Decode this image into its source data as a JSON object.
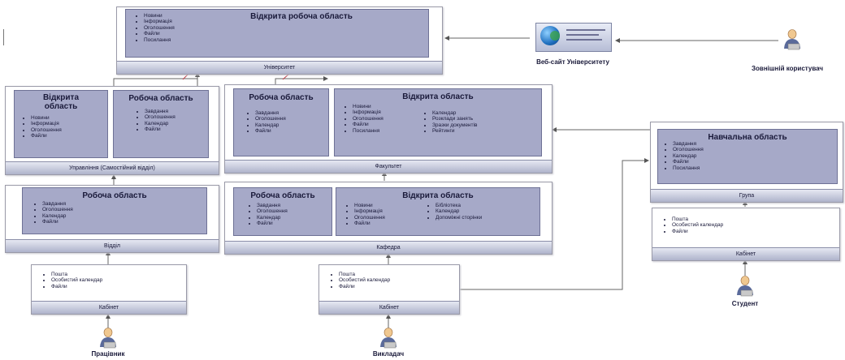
{
  "university": {
    "open_title": "Відкрита робоча область",
    "items": [
      "Новини",
      "Інформація",
      "Оголошення",
      "Файли",
      "Посилання"
    ],
    "bar": "Університет"
  },
  "website": {
    "label": "Веб-сайт Університету"
  },
  "external_user": {
    "label": "Зовнішній користувач"
  },
  "administration": {
    "open_title": "Відкрита область",
    "open_items": [
      "Новини",
      "Інформація",
      "Оголошення",
      "Файли"
    ],
    "work_title": "Робоча область",
    "work_items": [
      "Завдання",
      "Оголошення",
      "Календар",
      "Файли"
    ],
    "bar": "Управління (Самостійний відділ)"
  },
  "faculty": {
    "work_title": "Робоча область",
    "work_items": [
      "Завдання",
      "Оголошення",
      "Календар",
      "Файли"
    ],
    "open_title": "Відкрита область",
    "open_items_col1": [
      "Новини",
      "Інформація",
      "Оголошення",
      "Файли",
      "Посилання"
    ],
    "open_items_col2": [
      "Календар",
      "Розклади занять",
      "Зразки документів",
      "Рейтинги"
    ],
    "bar": "Факультет"
  },
  "department": {
    "work_title": "Робоча область",
    "work_items": [
      "Завдання",
      "Оголошення",
      "Календар",
      "Файли"
    ],
    "bar": "Відділ"
  },
  "chair": {
    "work_title": "Робоча область",
    "work_items": [
      "Завдання",
      "Оголошення",
      "Календар",
      "Файли"
    ],
    "open_title": "Відкрита область",
    "open_items_col1": [
      "Новини",
      "Інформація",
      "Оголошення",
      "Файли"
    ],
    "open_items_col2": [
      "Бібліотека",
      "Календар",
      "Допоміжні сторінки"
    ],
    "bar": "Кафедра"
  },
  "group": {
    "title": "Навчальна область",
    "items": [
      "Завдання",
      "Оголошення",
      "Календар",
      "Файли",
      "Посилання"
    ],
    "bar": "Група"
  },
  "cabinet_employee": {
    "items": [
      "Пошта",
      "Особистий календар",
      "Файли"
    ],
    "bar": "Кабінет",
    "person": "Працівник"
  },
  "cabinet_teacher": {
    "items": [
      "Пошта",
      "Особистий календар",
      "Файли"
    ],
    "bar": "Кабінет",
    "person": "Викладач"
  },
  "cabinet_student": {
    "items": [
      "Пошта",
      "Особистий календар",
      "Файли"
    ],
    "bar": "Кабінет",
    "person": "Студент"
  },
  "colors": {
    "panel": "#a6a9c8",
    "panel_border": "#6e7195",
    "bar_top": "#e6e8f2",
    "bar_bottom": "#aeb3cb",
    "connector": "#c0404a"
  }
}
